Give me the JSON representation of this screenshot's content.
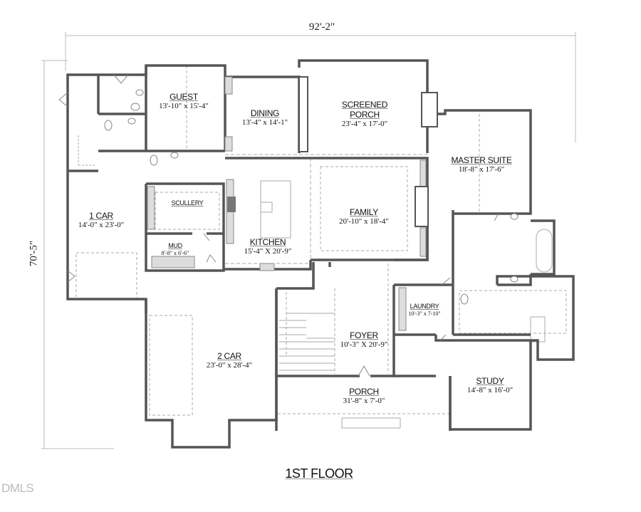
{
  "plan": {
    "title": "1ST FLOOR",
    "overall_width": "92'-2\"",
    "overall_depth": "70'-5\"",
    "watermark": "DMLS",
    "wall_color": "#555555",
    "line_color": "#999999"
  },
  "rooms": {
    "guest": {
      "name": "GUEST",
      "dims": "13'-10\" x 15'-4\""
    },
    "dining": {
      "name": "DINING",
      "dims": "13'-4\" x 14'-1\""
    },
    "screened_porch": {
      "name_line1": "SCREENED",
      "name_line2": "PORCH",
      "dims": "23'-4\" x 17'-0\""
    },
    "master_suite": {
      "name": "MASTER SUITE",
      "dims": "18'-8\" x 17'-6\""
    },
    "one_car": {
      "name": "1 CAR",
      "dims": "14'-0\" x 23'-0\""
    },
    "scullery": {
      "name": "SCULLERY"
    },
    "mud": {
      "name": "MUD",
      "dims": "8'-8\" x 6'-6\""
    },
    "kitchen": {
      "name": "KITCHEN",
      "dims": "15'-4\" X 20'-9\""
    },
    "family": {
      "name": "FAMILY",
      "dims": "20'-10\" x 18'-4\""
    },
    "laundry": {
      "name": "LAUNDRY",
      "dims": "10'-3\" x 7-10\""
    },
    "foyer": {
      "name": "FOYER",
      "dims": "10'-3\" X 20'-9\""
    },
    "two_car": {
      "name": "2 CAR",
      "dims": "23'-0\" x 28'-4\""
    },
    "porch": {
      "name": "PORCH",
      "dims": "31'-8\" x 7'-0\""
    },
    "study": {
      "name": "STUDY",
      "dims": "14'-8\" x 16'-0\""
    }
  }
}
